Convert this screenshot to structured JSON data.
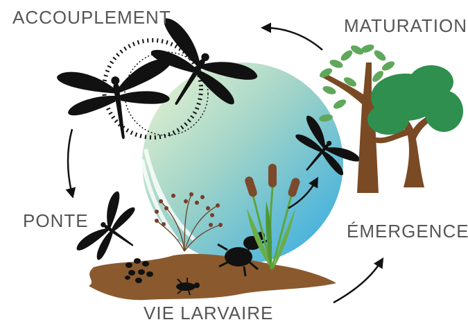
{
  "diagram": {
    "stages": {
      "accouplement": "ACCOUPLEMENT",
      "maturation": "MATURATION",
      "ponte": "PONTE",
      "emergence": "ÉMERGENCE",
      "vie_larvaire": "VIE LARVAIRE"
    },
    "colors": {
      "circle_top": "#e9f2c9",
      "circle_bottom": "#3fb4e4",
      "silhouette": "#111111",
      "soil": "#8a5a2e",
      "trunk": "#7a4a24",
      "leaf_light": "#5fa85b",
      "leaf_dark": "#2f8f4e",
      "cattail": "#7b4a2b",
      "reed": "#5ea43e",
      "label": "#555555"
    },
    "icons": [
      "dragonfly-silhouette-icon",
      "tree-icon",
      "cattail-icon",
      "larva-icon",
      "eggs-icon",
      "arrow-icon"
    ]
  }
}
